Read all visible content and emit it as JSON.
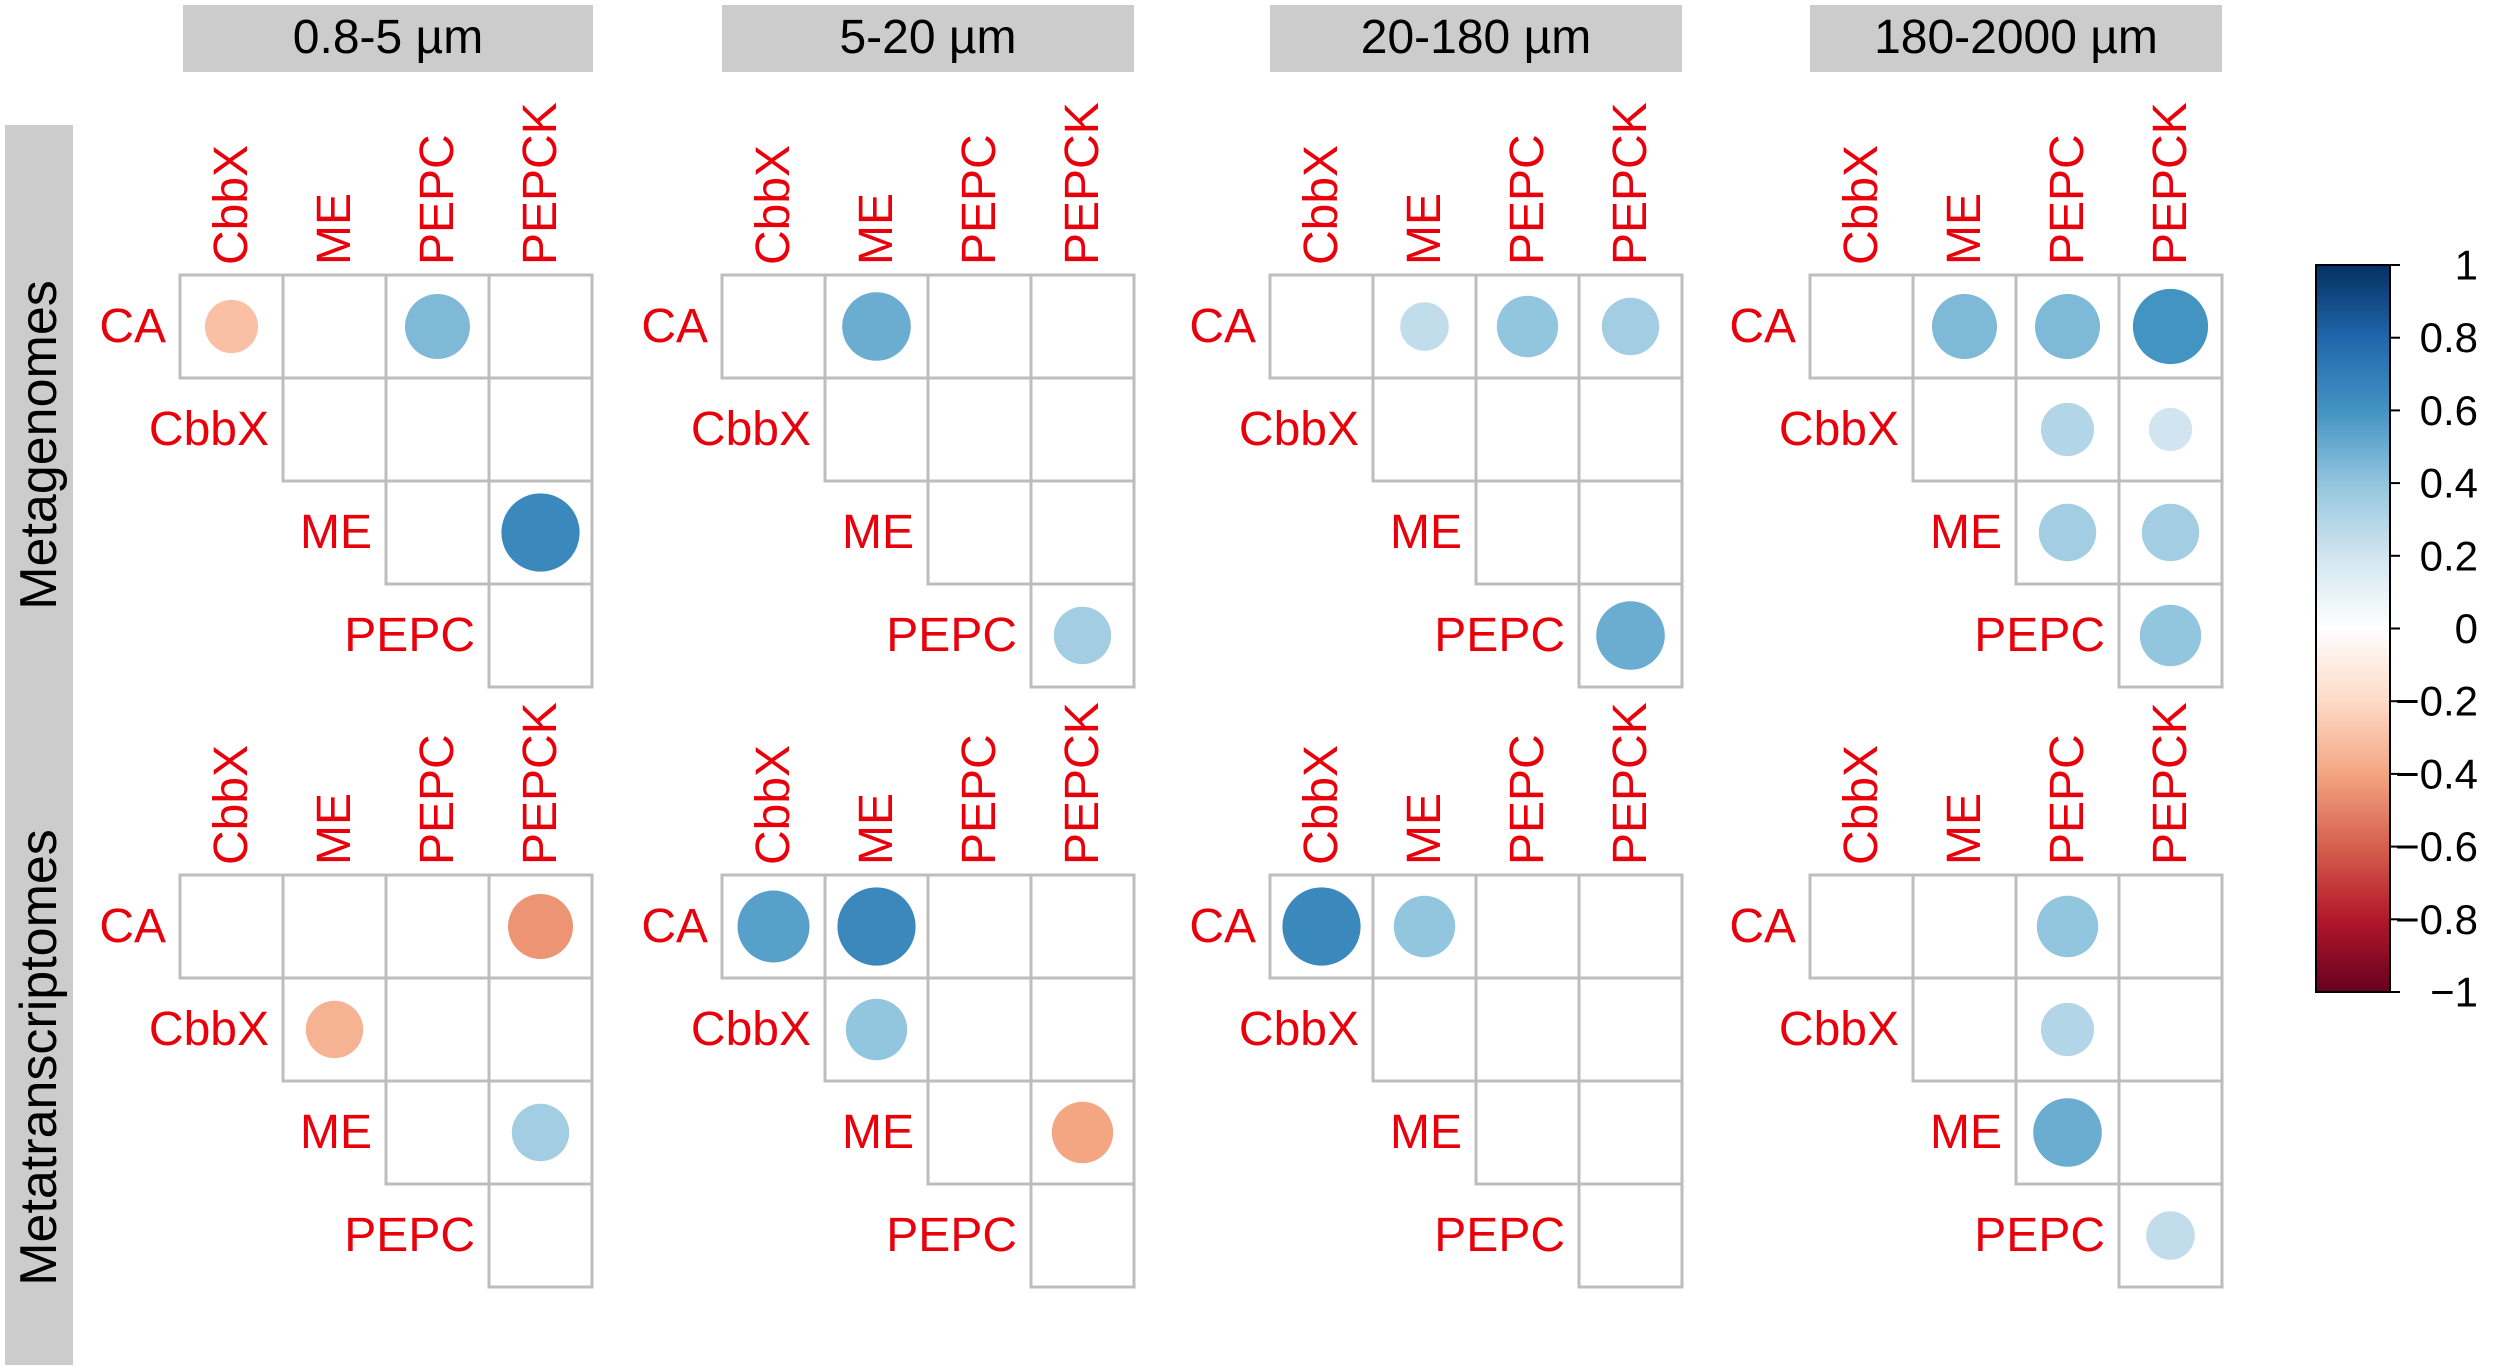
{
  "chart_data": {
    "type": "heatmap",
    "description_kind": "correlation matrix (circle plot), upper triangle",
    "row_labels": [
      "CA",
      "CbbX",
      "ME",
      "PEPC"
    ],
    "col_labels": [
      "CbbX",
      "ME",
      "PEPC",
      "PEPCK"
    ],
    "size_fractions": [
      "0.8-5 µm",
      "5-20 µm",
      "20-180 µm",
      "180-2000 µm"
    ],
    "data_types": [
      "Metagenomes",
      "Metatranscriptomes"
    ],
    "label_color": "#e8000b",
    "colorbar": {
      "min": -1,
      "max": 1,
      "ticks": [
        "1",
        "0.8",
        "0.6",
        "0.4",
        "0.2",
        "0",
        "−0.2",
        "−0.4",
        "−0.6",
        "−0.8",
        "−1"
      ],
      "tick_values": [
        1,
        0.8,
        0.6,
        0.4,
        0.2,
        0,
        -0.2,
        -0.4,
        -0.6,
        -0.8,
        -1
      ]
    },
    "panels": [
      {
        "data_type": "Metagenomes",
        "size_fraction": "0.8-5 µm",
        "cells": [
          {
            "row": "CA",
            "col": "CbbX",
            "r": -0.3
          },
          {
            "row": "CA",
            "col": "PEPC",
            "r": 0.45
          },
          {
            "row": "ME",
            "col": "PEPCK",
            "r": 0.65
          }
        ]
      },
      {
        "data_type": "Metagenomes",
        "size_fraction": "5-20 µm",
        "cells": [
          {
            "row": "CA",
            "col": "ME",
            "r": 0.5
          },
          {
            "row": "PEPC",
            "col": "PEPCK",
            "r": 0.35
          }
        ]
      },
      {
        "data_type": "Metagenomes",
        "size_fraction": "20-180 µm",
        "cells": [
          {
            "row": "CA",
            "col": "ME",
            "r": 0.25
          },
          {
            "row": "CA",
            "col": "PEPC",
            "r": 0.4
          },
          {
            "row": "CA",
            "col": "PEPCK",
            "r": 0.35
          },
          {
            "row": "PEPC",
            "col": "PEPCK",
            "r": 0.5
          }
        ]
      },
      {
        "data_type": "Metagenomes",
        "size_fraction": "180-2000 µm",
        "cells": [
          {
            "row": "CA",
            "col": "ME",
            "r": 0.45
          },
          {
            "row": "CA",
            "col": "PEPC",
            "r": 0.45
          },
          {
            "row": "CA",
            "col": "PEPCK",
            "r": 0.6
          },
          {
            "row": "CbbX",
            "col": "PEPC",
            "r": 0.3
          },
          {
            "row": "CbbX",
            "col": "PEPCK",
            "r": 0.2
          },
          {
            "row": "ME",
            "col": "PEPC",
            "r": 0.35
          },
          {
            "row": "ME",
            "col": "PEPCK",
            "r": 0.35
          },
          {
            "row": "PEPC",
            "col": "PEPCK",
            "r": 0.4
          }
        ]
      },
      {
        "data_type": "Metatranscriptomes",
        "size_fraction": "0.8-5 µm",
        "cells": [
          {
            "row": "CA",
            "col": "PEPCK",
            "r": -0.45
          },
          {
            "row": "CbbX",
            "col": "ME",
            "r": -0.35
          },
          {
            "row": "ME",
            "col": "PEPCK",
            "r": 0.35
          }
        ]
      },
      {
        "data_type": "Metatranscriptomes",
        "size_fraction": "5-20 µm",
        "cells": [
          {
            "row": "CA",
            "col": "CbbX",
            "r": 0.55
          },
          {
            "row": "CA",
            "col": "ME",
            "r": 0.65
          },
          {
            "row": "CbbX",
            "col": "ME",
            "r": 0.4
          },
          {
            "row": "ME",
            "col": "PEPCK",
            "r": -0.4
          }
        ]
      },
      {
        "data_type": "Metatranscriptomes",
        "size_fraction": "20-180 µm",
        "cells": [
          {
            "row": "CA",
            "col": "CbbX",
            "r": 0.65
          },
          {
            "row": "CA",
            "col": "ME",
            "r": 0.4
          }
        ]
      },
      {
        "data_type": "Metatranscriptomes",
        "size_fraction": "180-2000 µm",
        "cells": [
          {
            "row": "CA",
            "col": "PEPC",
            "r": 0.4
          },
          {
            "row": "CbbX",
            "col": "PEPC",
            "r": 0.3
          },
          {
            "row": "ME",
            "col": "PEPC",
            "r": 0.5
          },
          {
            "row": "PEPC",
            "col": "PEPCK",
            "r": 0.25
          }
        ]
      }
    ]
  }
}
